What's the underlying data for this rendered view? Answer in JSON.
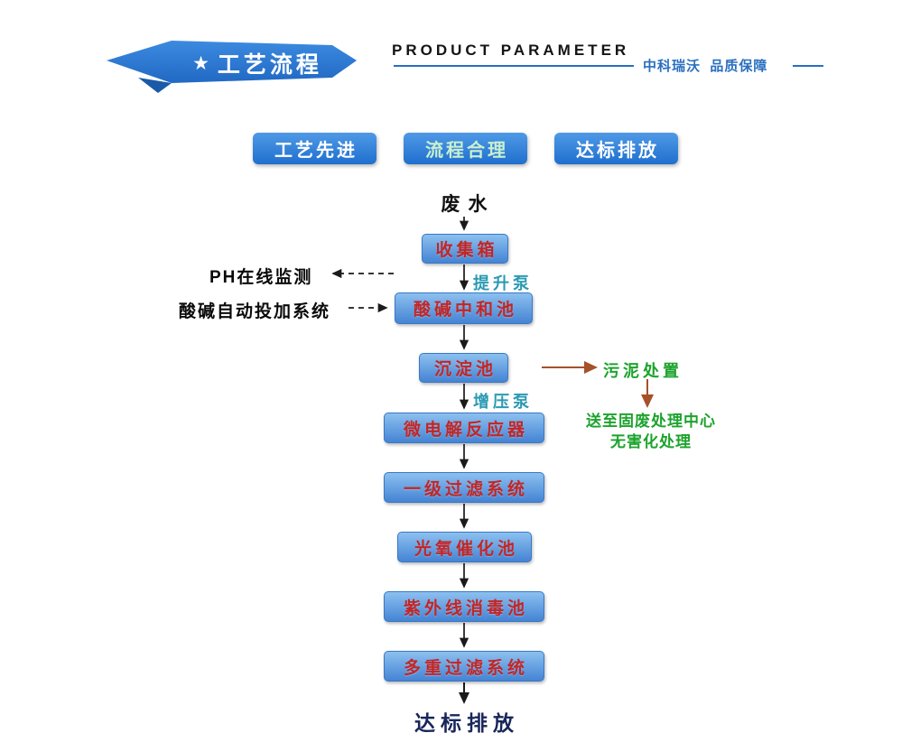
{
  "header": {
    "banner_star": "★",
    "banner_title": "工艺流程",
    "product_parameter": "PRODUCT PARAMETER",
    "brand_tagline": "中科瑞沃  品质保障"
  },
  "feature_buttons": [
    {
      "label": "工艺先进"
    },
    {
      "label": "流程合理"
    },
    {
      "label": "达标排放"
    }
  ],
  "flow": {
    "source_label": "废水",
    "boxes": [
      {
        "label": "收集箱"
      },
      {
        "label": "酸碱中和池"
      },
      {
        "label": "沉淀池"
      },
      {
        "label": "微电解反应器"
      },
      {
        "label": "一级过滤系统"
      },
      {
        "label": "光氧催化池"
      },
      {
        "label": "紫外线消毒池"
      },
      {
        "label": "多重过滤系统"
      }
    ],
    "pump_labels": {
      "lift": "提升泵",
      "booster": "增压泵"
    },
    "left_annotations": {
      "ph_monitor": "PH在线监测",
      "dosing": "酸碱自动投加系统"
    },
    "right_annotations": {
      "sludge": "污泥处置",
      "dest_line1": "送至固废处理中心",
      "dest_line2": "无害化处理"
    },
    "final_label": "达标排放"
  },
  "colors": {
    "banner_blue_top": "#3c8ae0",
    "banner_blue_bottom": "#2169c4",
    "banner_fold": "#1a5aa8",
    "line_blue": "#2a6fc0",
    "button_blue_top": "#4f99e6",
    "button_blue_bottom": "#1f6fce",
    "button_text_green": "#c8f0cf",
    "box_top": "#8cc0ef",
    "box_bottom": "#4584d4",
    "box_border": "#3a78c6",
    "box_text_red": "#c22626",
    "pump_teal": "#2a9ab3",
    "green_text": "#1ca32c",
    "brown_arrow": "#a5512a",
    "navy_text": "#18265a"
  }
}
